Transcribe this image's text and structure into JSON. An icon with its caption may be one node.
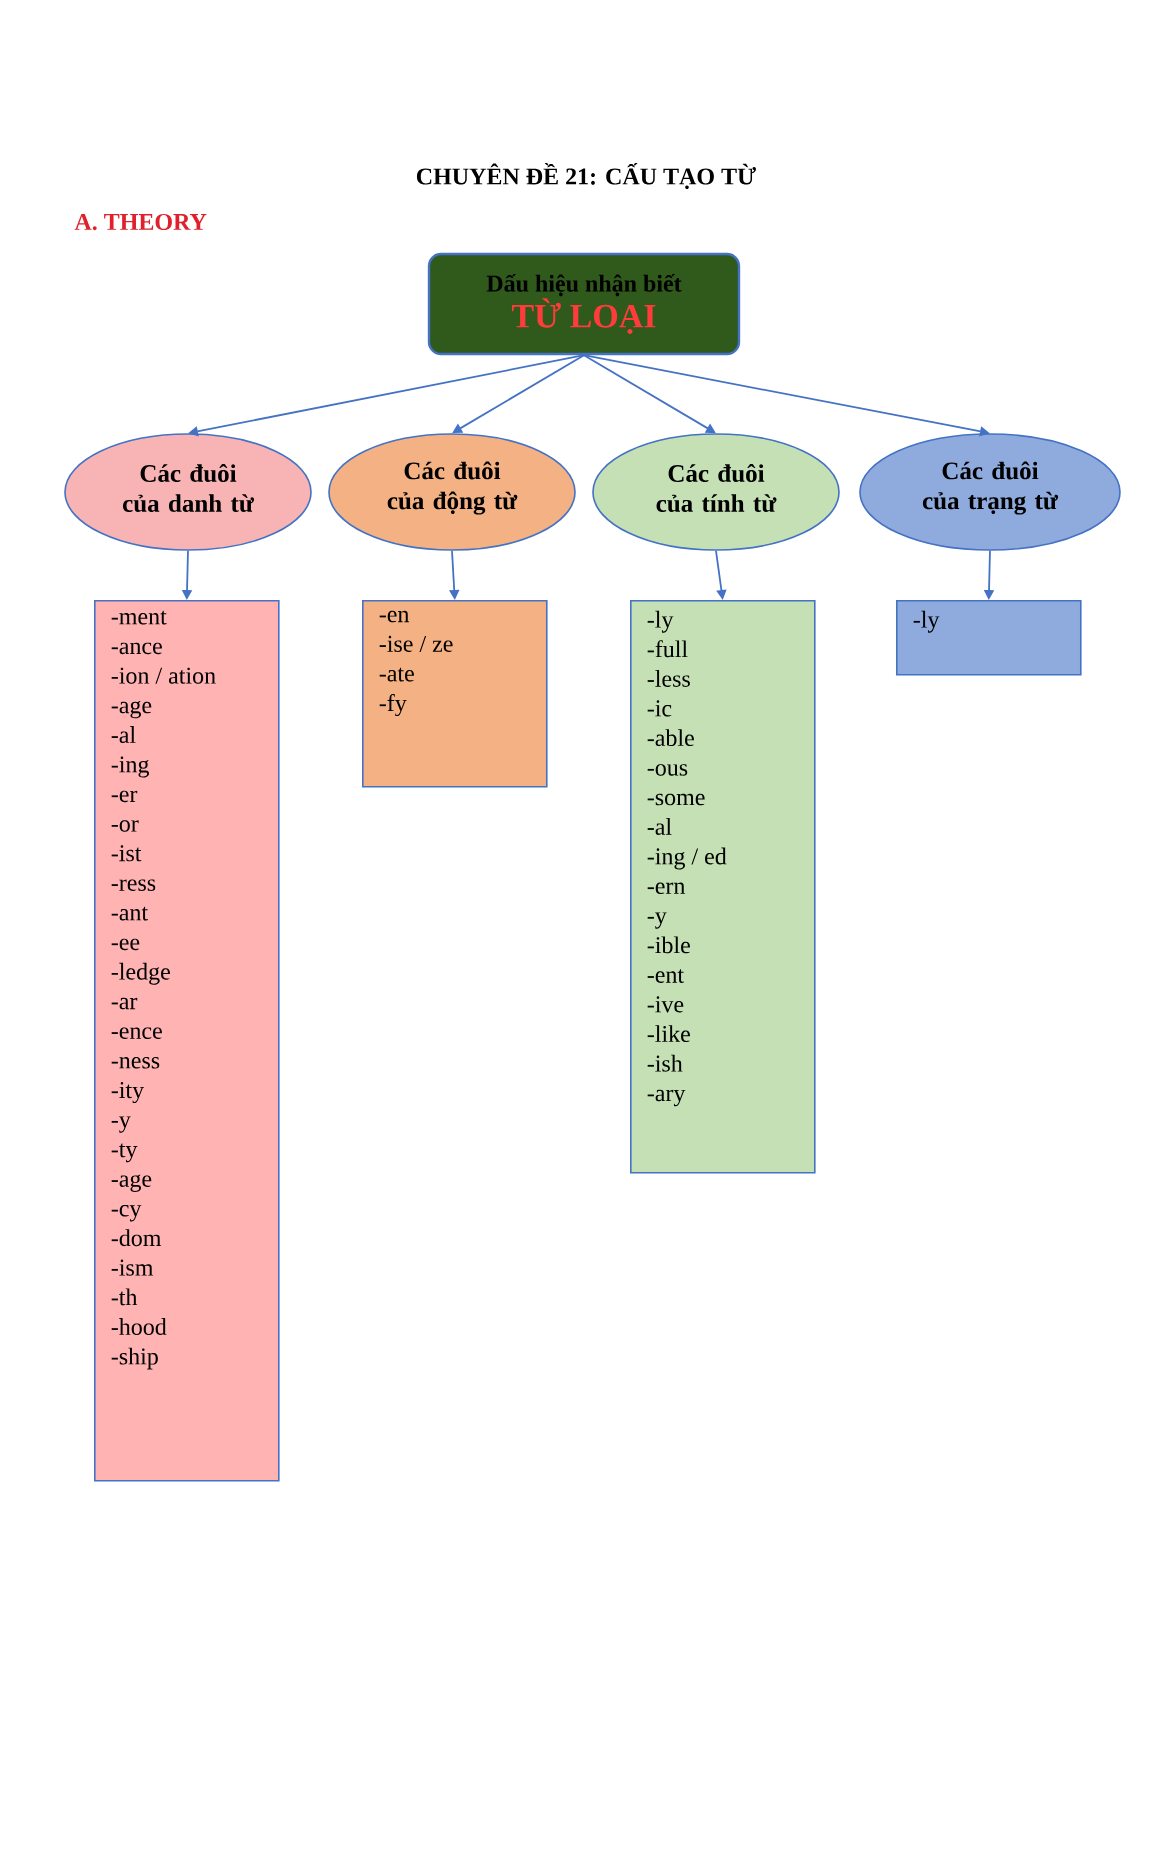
{
  "diagram": {
    "title": "CHUYÊN ĐỀ 21: CẤU TẠO TỪ",
    "nodes": [
      {
        "text": [
          "Dấu hiệu nhận biết",
          "TỪ LOẠI"
        ]
      },
      {
        "text": [
          "Các đuôi của danh từ"
        ]
      },
      {
        "text": [
          "Các đuôi của động từ"
        ]
      },
      {
        "text": [
          "Các đuôi của tính từ"
        ]
      },
      {
        "text": [
          "Các đuôi của trạng từ"
        ]
      },
      {
        "text": [
          "-ment",
          "-ance",
          "-ion / ation",
          "-age",
          "-al",
          "-ing",
          "-er",
          "-or",
          "-ist",
          "-ress",
          "-ant",
          "-ee",
          "-ledge",
          "-ar",
          "-ence",
          "-ness",
          "-ity",
          "-y",
          "-ty",
          "-age",
          "-cy",
          "-dom",
          "-ism",
          "-th",
          "-hood",
          "-ship"
        ]
      },
      {
        "text": [
          "-en",
          "-ise / ze",
          "-ate",
          "-fy"
        ]
      },
      {
        "text": [
          "-ly",
          "-full",
          "-less",
          "-ic",
          "-able",
          "-ous",
          "-some",
          "-al",
          "-ing / ed",
          "-ern",
          "-y",
          "-ible",
          "-ent",
          "-ive",
          "-like",
          "-ish",
          "-ary"
        ]
      },
      {
        "text": [
          "-ly"
        ]
      }
    ],
    "edges": [
      {
        "from": 0,
        "to": 1,
        "arrow": "to"
      },
      {
        "from": 0,
        "to": 2,
        "arrow": "to"
      },
      {
        "from": 0,
        "to": 3,
        "arrow": "to"
      },
      {
        "from": 0,
        "to": 4,
        "arrow": "to"
      },
      {
        "from": 1,
        "to": 5,
        "arrow": "to"
      },
      {
        "from": 2,
        "to": 6,
        "arrow": "to"
      },
      {
        "from": 3,
        "to": 7,
        "arrow": "to"
      },
      {
        "from": 4,
        "to": 8,
        "arrow": "to"
      }
    ],
    "labels": [
      "A. THEORY"
    ]
  }
}
